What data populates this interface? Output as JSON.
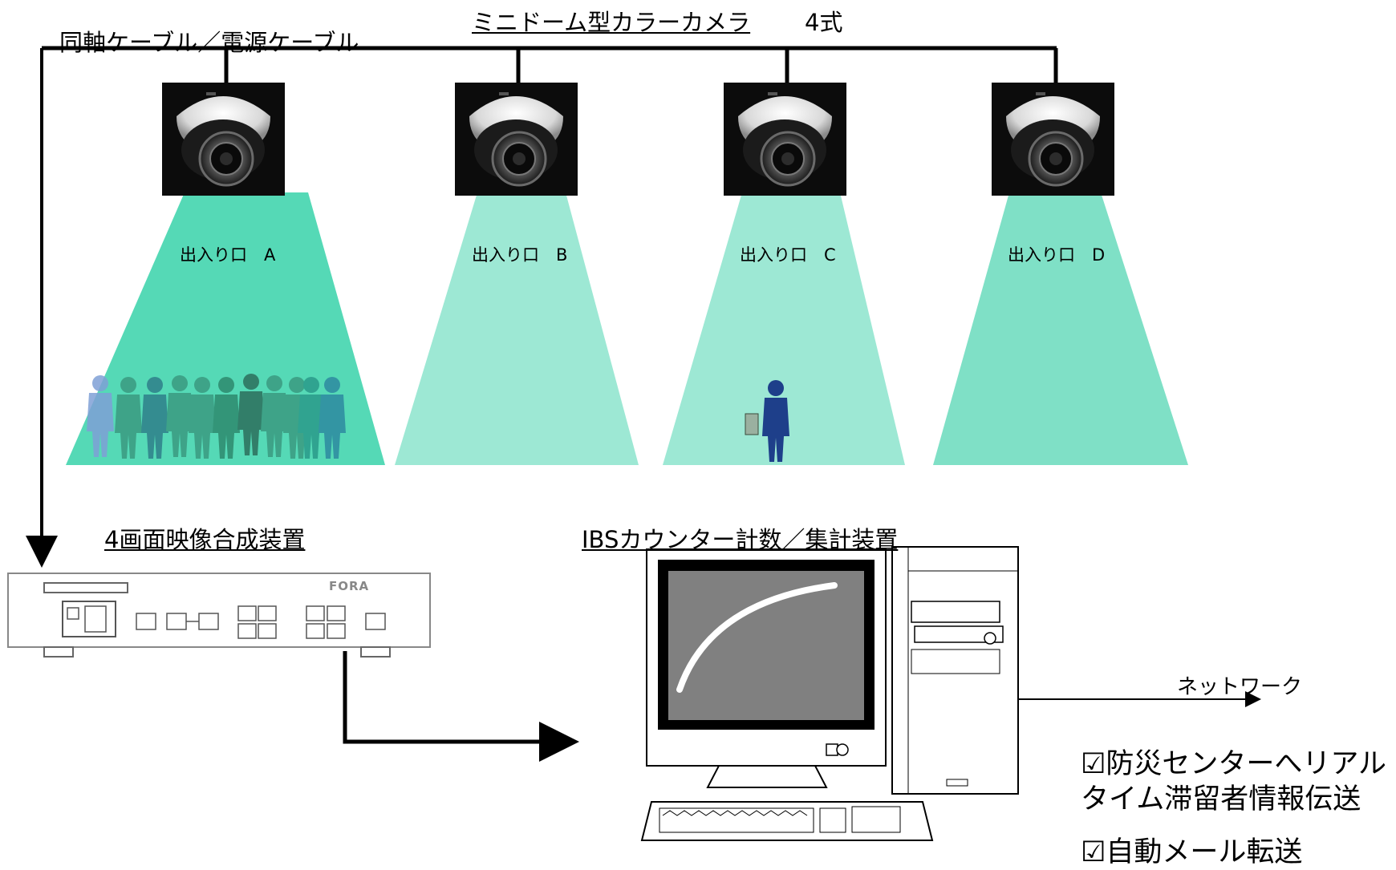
{
  "diagram": {
    "camera_title": "ミニドーム型カラーカメラ",
    "camera_count": "4式",
    "cable_label": "同軸ケーブル／電源ケーブル",
    "entrances": [
      "出入り口　A",
      "出入り口　B",
      "出入り口　C",
      "出入り口　D"
    ],
    "mixer_label": "4画面映像合成装置",
    "mixer_brand": "FORA",
    "counter_label": "IBSカウンター計数／集計装置",
    "network_label": "ネットワーク",
    "features": [
      "☑防災センターへリアル",
      "タイム滞留者情報伝送",
      "☑自動メール転送"
    ]
  },
  "colors": {
    "beam_a": "#55d9b6",
    "beam_b": "#9de8d4",
    "beam_c": "#9de8d4",
    "beam_d": "#7fe0c6",
    "crowd": "#3a9a80",
    "suit": "#1e3f8a",
    "line": "#000000",
    "screen_fill": "#808080"
  }
}
